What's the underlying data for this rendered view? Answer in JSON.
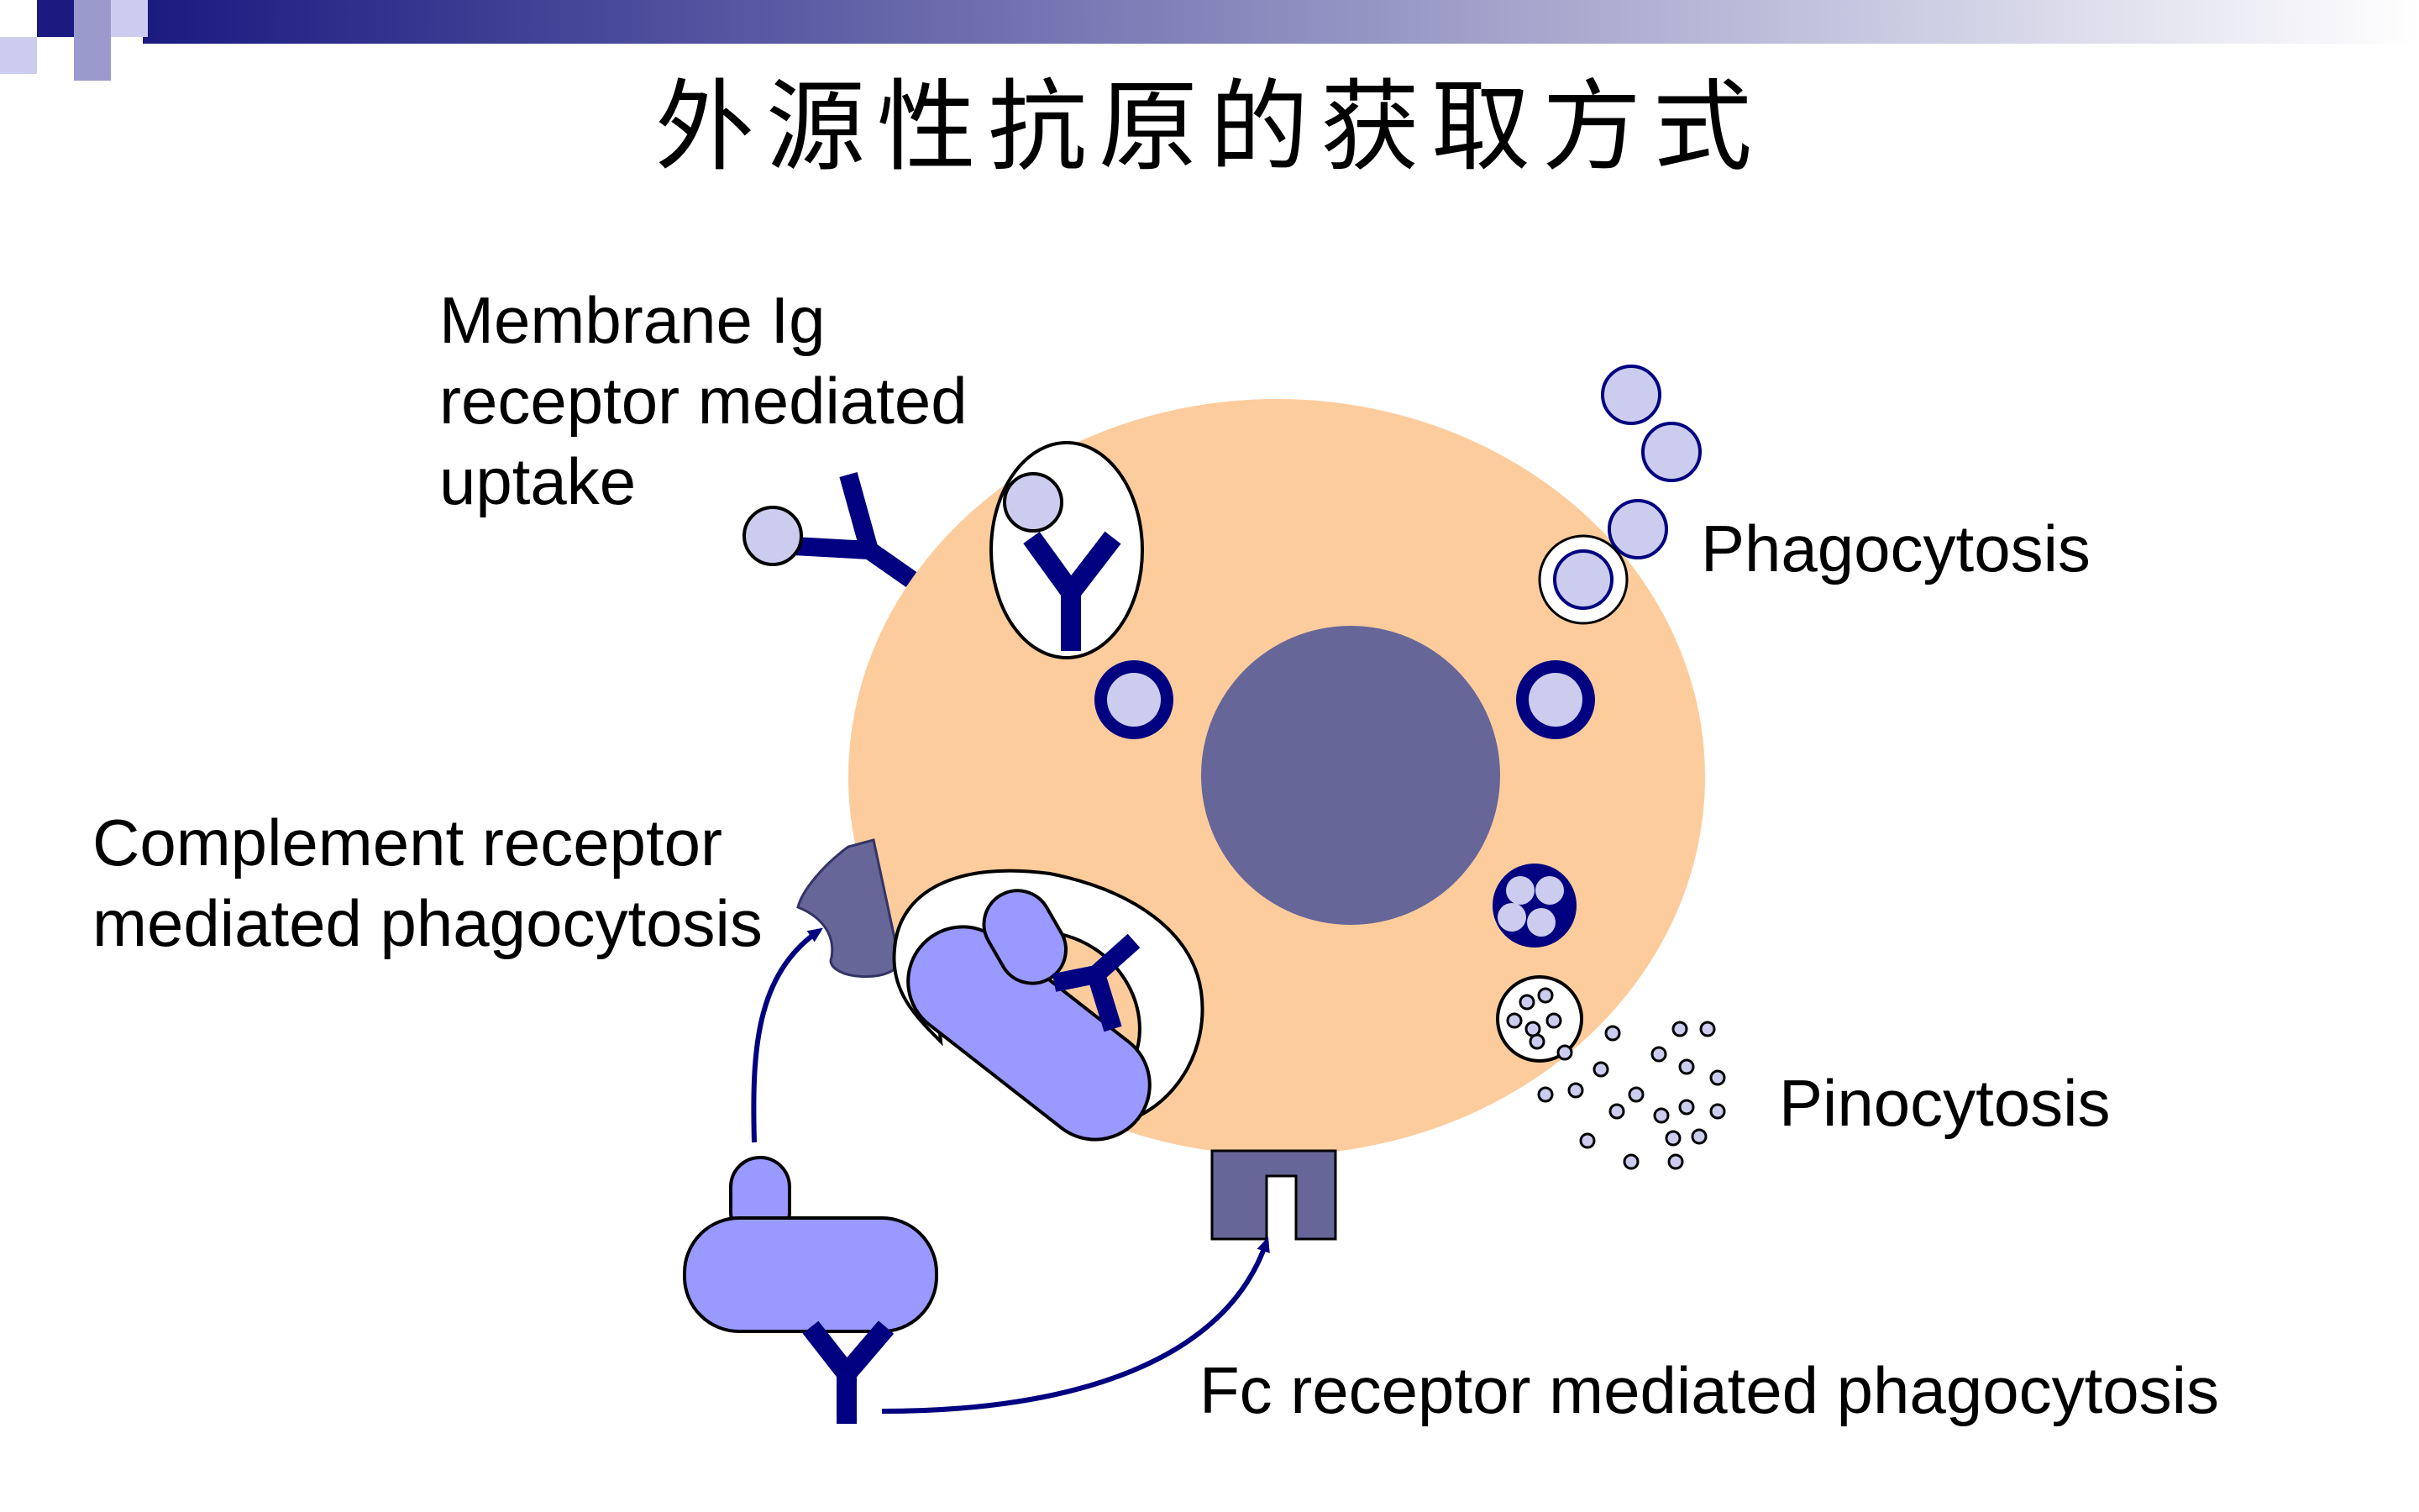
{
  "slide": {
    "title": "外源性抗原的获取方式"
  },
  "labels": {
    "membrane_ig": [
      "Membrane Ig",
      "receptor mediated",
      "uptake"
    ],
    "phagocytosis": "Phagocytosis",
    "complement": [
      "Complement receptor",
      "mediated phagocytosis"
    ],
    "pinocytosis": "Pinocytosis",
    "fc_receptor": "Fc receptor mediated phagocytosis"
  },
  "colors": {
    "cell": "#fdcc9c",
    "nucleus": "#666699",
    "antigen": "#ccccee",
    "bacterium": "#9999ff",
    "antibody": "#000080",
    "header_band": "#1a1a80"
  }
}
